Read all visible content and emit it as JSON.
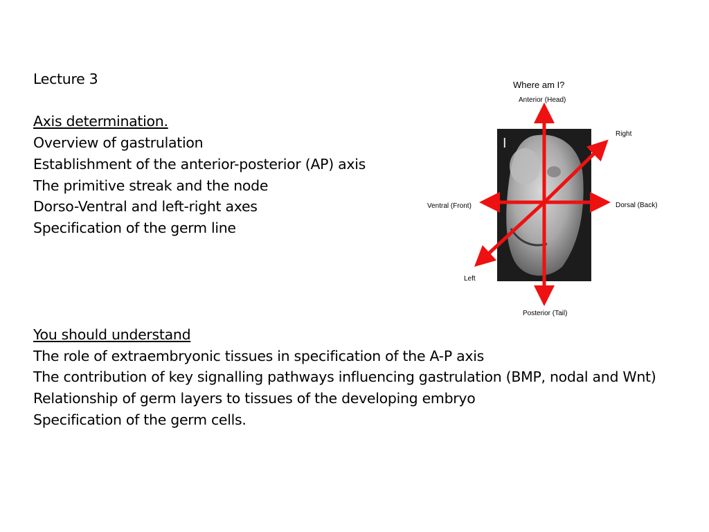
{
  "slide": {
    "intro": {
      "lecture": "Lecture 3",
      "heading": "Axis determination.",
      "topics": [
        "Overview of gastrulation",
        "Establishment of the anterior-posterior (AP) axis",
        "The primitive streak and the node",
        "Dorso-Ventral and left-right axes",
        "Specification of the germ line"
      ]
    },
    "outcomes": {
      "heading": "You should understand",
      "items": [
        "The role of extraembryonic tissues in specification of the A-P axis",
        "The contribution of key signalling pathways influencing gastrulation (BMP, nodal and Wnt)",
        "Relationship of germ layers to tissues of the developing embryo",
        "Specification of the germ cells."
      ]
    }
  },
  "diagram": {
    "title": "Where am I?",
    "labels": {
      "anterior": "Anterior (Head)",
      "posterior": "Posterior (Tail)",
      "ventral": "Ventral (Front)",
      "dorsal": "Dorsal (Back)",
      "right": "Right",
      "left": "Left"
    },
    "photo_mark": "I",
    "arrow_color": "#ee1111"
  }
}
